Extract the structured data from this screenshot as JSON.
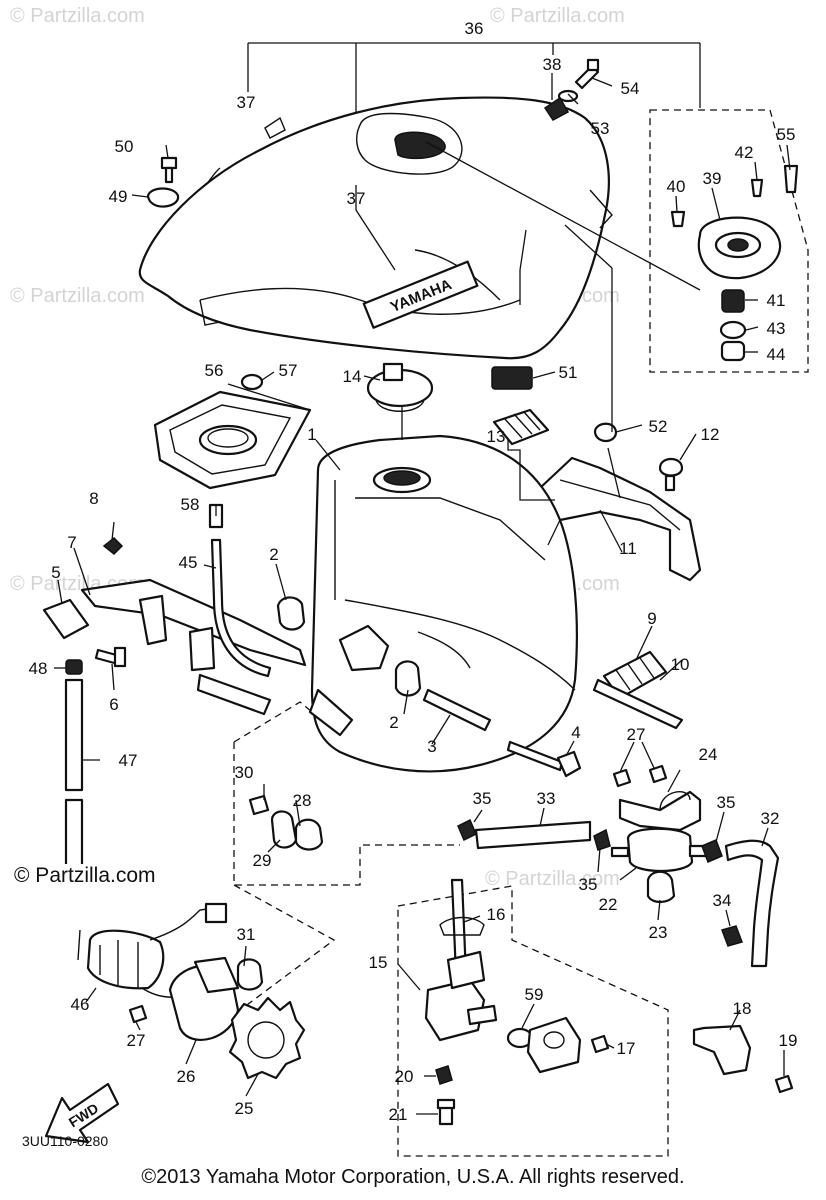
{
  "watermark": "© Partzilla.com",
  "watermark_main": "© Partzilla.com",
  "diagram_code": "3UU110-0280",
  "fwd_label": "FWD",
  "copyright": "©2013 Yamaha Motor Corporation, U.S.A. All rights reserved.",
  "tank_logo": "YAMAHA",
  "callouts": {
    "c1": "1",
    "c2a": "2",
    "c2b": "2",
    "c3": "3",
    "c4": "4",
    "c5": "5",
    "c6": "6",
    "c7": "7",
    "c8": "8",
    "c9": "9",
    "c10": "10",
    "c11": "11",
    "c12": "12",
    "c13": "13",
    "c14": "14",
    "c15": "15",
    "c16": "16",
    "c17": "17",
    "c18": "18",
    "c19": "19",
    "c20": "20",
    "c21": "21",
    "c22": "22",
    "c23": "23",
    "c24": "24",
    "c25": "25",
    "c26": "26",
    "c27a": "27",
    "c27b": "27",
    "c28": "28",
    "c29": "29",
    "c30": "30",
    "c31": "31",
    "c32": "32",
    "c33": "33",
    "c34": "34",
    "c35a": "35",
    "c35b": "35",
    "c35c": "35",
    "c36": "36",
    "c37a": "37",
    "c37b": "37",
    "c38": "38",
    "c39": "39",
    "c40": "40",
    "c41": "41",
    "c42": "42",
    "c43": "43",
    "c44": "44",
    "c45": "45",
    "c46": "46",
    "c47": "47",
    "c48": "48",
    "c49": "49",
    "c50": "50",
    "c51": "51",
    "c52": "52",
    "c53": "53",
    "c54": "54",
    "c55": "55",
    "c56": "56",
    "c57": "57",
    "c58": "58",
    "c59": "59"
  }
}
